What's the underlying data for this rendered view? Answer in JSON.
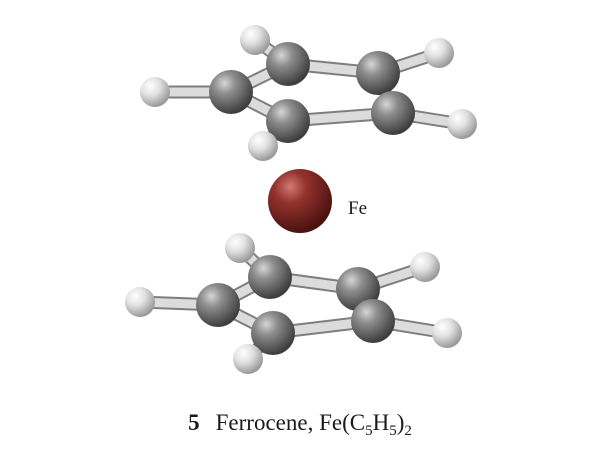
{
  "molecule": {
    "metal_label": "Fe",
    "colors": {
      "carbon": "#7a7a7a",
      "hydrogen": "#e6e6e6",
      "iron": "#8c2c2a",
      "bond": "#d8d8d8"
    }
  },
  "caption": {
    "number": "5",
    "name": "Ferrocene, Fe(C",
    "sub1": "5",
    "mid": "H",
    "sub2": "5",
    "close": ")",
    "sub3": "2"
  }
}
